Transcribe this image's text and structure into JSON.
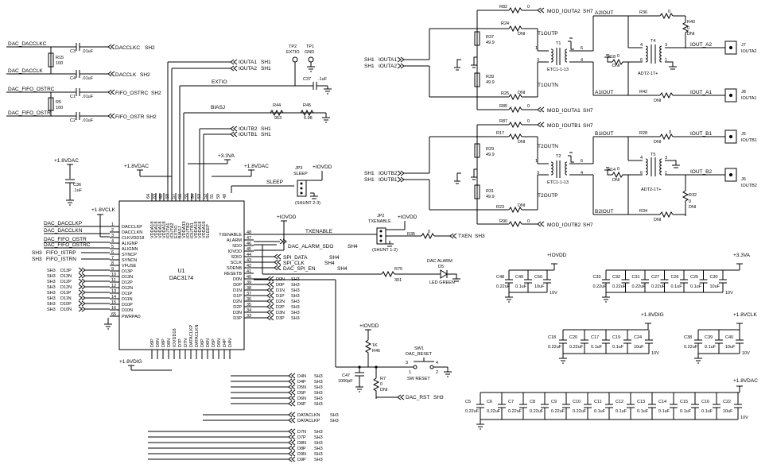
{
  "chip": {
    "ref": "U1",
    "part": "DAC3174",
    "top_pins": [
      "VDDA18",
      "VDDA18",
      "VDDA18",
      "VDDA18",
      "IOUTA1",
      "IOUTA2",
      "EXTIO",
      "BIASJ",
      "VDDA33",
      "IOUTB2",
      "IOUTB1",
      "VDDA18",
      "VDDA18",
      "VDDA18",
      "SLEEP"
    ],
    "top_pin_numbers": [
      "64",
      "63",
      "60",
      "58",
      "57",
      "56",
      "55",
      "54",
      "53",
      "52",
      "51",
      "50",
      "49"
    ],
    "left_pins": [
      {
        "num": "1",
        "name": "DACCLKP"
      },
      {
        "num": "2",
        "name": "DACCLKN"
      },
      {
        "num": "3",
        "name": "CLKVDD18"
      },
      {
        "num": "4",
        "name": "ALIGNP"
      },
      {
        "num": "5",
        "name": "ALIGNN"
      },
      {
        "num": "6",
        "name": "SYNCP"
      },
      {
        "num": "7",
        "name": "SYNCN"
      },
      {
        "num": "8",
        "name": "VFUSE"
      },
      {
        "num": "9",
        "name": "D13P"
      },
      {
        "num": "10",
        "name": "D13N"
      },
      {
        "num": "11",
        "name": "D12P"
      },
      {
        "num": "12",
        "name": "D12N"
      },
      {
        "num": "13",
        "name": "D11P"
      },
      {
        "num": "14",
        "name": "D11N"
      },
      {
        "num": "15",
        "name": "D10P"
      },
      {
        "num": "16",
        "name": "D10N"
      },
      {
        "num": "65",
        "name": "PWRPAD"
      }
    ],
    "right_pins": [
      {
        "num": "48",
        "name": "TXENABLE"
      },
      {
        "num": "47",
        "name": "ALARM"
      },
      {
        "num": "46",
        "name": "SDO"
      },
      {
        "num": "45",
        "name": "IOVDD"
      },
      {
        "num": "44",
        "name": "SDIO"
      },
      {
        "num": "43",
        "name": "SCLK"
      },
      {
        "num": "42",
        "name": "SDENB"
      },
      {
        "num": "41",
        "name": "RESETB"
      },
      {
        "num": "40",
        "name": "D0N"
      },
      {
        "num": "39",
        "name": "D0P"
      },
      {
        "num": "38",
        "name": "D1N"
      },
      {
        "num": "37",
        "name": "D1P"
      },
      {
        "num": "36",
        "name": "D2N"
      },
      {
        "num": "35",
        "name": "D2P"
      },
      {
        "num": "34",
        "name": "D3N"
      },
      {
        "num": "33",
        "name": "D3P"
      }
    ],
    "bottom_pins": [
      "D9P",
      "D9N",
      "D8P",
      "D8N",
      "IOVDD18",
      "D7P",
      "D7N",
      "DATACLKP",
      "DATACLKN",
      "D6P",
      "D6N",
      "D5P",
      "D5N",
      "D4P",
      "D4N"
    ]
  },
  "left_nets": [
    "DAC_DACCLKC",
    "DAC_DACCLK",
    "DAC_FIFO_OSTRC",
    "DAC_FIFO_OSTR"
  ],
  "left_caps": [
    {
      "ref": "C3",
      "val": ".01uF",
      "net": "DACCLKC",
      "sheet": "SH2"
    },
    {
      "ref": "C4",
      "val": ".01uF",
      "net": "DACCLK",
      "sheet": "SH2"
    },
    {
      "ref": "C1",
      "val": ".01uF",
      "net": "FIFO_OSTRC",
      "sheet": "SH2"
    },
    {
      "ref": "C2",
      "val": ".01uF",
      "net": "FIFO_OSTR",
      "sheet": "SH2"
    }
  ],
  "left_res": [
    {
      "ref": "R15",
      "val": "100"
    },
    {
      "ref": "R5",
      "val": "100"
    }
  ],
  "chip_left_nets": [
    "DAC_DACCLKP",
    "DAC_DACCLKN",
    "DAC_FIFO_OSTR",
    "DAC_FIFO_OSTRC"
  ],
  "fifo_nets": [
    {
      "sh": "SH3",
      "net": "FIFO_ISTRP"
    },
    {
      "sh": "SH3",
      "net": "FIFO_ISTRN"
    }
  ],
  "d_left": [
    "D13P",
    "D13N",
    "D12P",
    "D12N",
    "D11P",
    "D11N",
    "D10P",
    "D10N"
  ],
  "d_right": [
    "D0N",
    "D0P",
    "D1N",
    "D1P",
    "D2N",
    "D2P",
    "D3N",
    "D3P"
  ],
  "d_bottom_a": [
    "D4N",
    "D4P",
    "D5N",
    "D5P",
    "D6N",
    "D6P"
  ],
  "d_bottom_b": [
    "DATACLKN",
    "DATACLKP"
  ],
  "d_bottom_c": [
    "D7N",
    "D7P",
    "D8N",
    "D8P",
    "D9N",
    "D9P"
  ],
  "sheet_labels": {
    "sh1": "SH1",
    "sh2": "SH2",
    "sh3": "SH3",
    "sh4": "SH4",
    "sh7": "SH7"
  },
  "rails": {
    "v18dac": "+1.8VDAC",
    "v18clk": "+1.8VCLK",
    "v33a": "+3.3VA",
    "iovdd": "+IOVDD",
    "v18dig": "+1.8VDIG"
  },
  "top_nets": {
    "ioutA1": "IOUTA1",
    "ioutA2": "IOUTA2",
    "ioutB2": "IOUTB2",
    "ioutB1": "IOUTB1",
    "extio": "EXTIO",
    "biasj": "BIASJ",
    "sleep": "SLEEP"
  },
  "testpoints": [
    {
      "ref": "TP2",
      "label": "EXTIO"
    },
    {
      "ref": "TP1",
      "label": "GND"
    }
  ],
  "c37": {
    "ref": "C37",
    "val": ".1uF"
  },
  "r44": {
    "ref": "R44",
    "val": "953"
  },
  "r45": {
    "ref": "R45",
    "val": "6.98"
  },
  "c36": {
    "ref": "C36",
    "val": ".1uF"
  },
  "jp3": {
    "ref": "JP3",
    "label": "SLEEP",
    "shunt": "(SHUNT 2-3)"
  },
  "jp2": {
    "ref": "JP2",
    "label": "TXENABLE",
    "shunt": "(SHUNT 1-2)"
  },
  "txen": {
    "net": "TXENABLE",
    "r": "R35",
    "val": "0",
    "out": "TXEN",
    "sheet": "SH3"
  },
  "alarm": {
    "net": "DAC_ALARM_SDO",
    "sheet": "SH4",
    "r": "R75",
    "val": "301",
    "led_title": "DAC ALARM",
    "led_ref": "D5",
    "led_label": "LED GREEN"
  },
  "spi": [
    {
      "net": "SPI_DATA",
      "sheet": "SH4"
    },
    {
      "net": "SPI_CLK",
      "sheet": "SH4"
    },
    {
      "net": "DAC_SPI_EN",
      "sheet": "SH4"
    }
  ],
  "reset": {
    "r46": "R46",
    "r46v": "1K",
    "c47": "C47",
    "c47v": "1000pF",
    "r7": "R7",
    "r7v": "0",
    "r7d": "DNI",
    "sw": "SW1",
    "swl": "DAC_RESET",
    "swb": "SW RESET",
    "rst": "DAC_RST",
    "sheet": "SH3",
    "pins": [
      "1",
      "2",
      "3",
      "4"
    ]
  },
  "out_a": {
    "mod2": "MOD_IOUTA2",
    "mod1": "MOD_IOUTA1",
    "sh": "SH7",
    "r82": "R82",
    "r24": "R24",
    "r37": "R37",
    "r37v": "49.9",
    "r39": "R39",
    "r39v": "49.9",
    "r25": "R25",
    "r85": "R85",
    "dni": "DNI",
    "zero": "0",
    "t10outp": "T1OUTP",
    "t10outn": "T1OUTN",
    "t1": "T1",
    "etc": "ETC1-1-13",
    "a2": "A2IOUT",
    "a1": "A1IOUT",
    "r36": "R36",
    "r40": "R40",
    "r42": "R42",
    "r18": "R18",
    "t4": "T4",
    "adt": "ADT2-1T+",
    "out2": "IOUT_A2",
    "out1": "IOUT_A1",
    "j7": "J7",
    "j7l": "IOUTA2",
    "j8": "J8",
    "j8l": "IOUTA1"
  },
  "out_b": {
    "mod1": "MOD_IOUTB1",
    "mod2": "MOD_IOUTB2",
    "sh": "SH7",
    "r87": "R87",
    "r17": "R17",
    "r29": "R29",
    "r29v": "49.9",
    "r31": "R31",
    "r31v": "49.9",
    "r23": "R23",
    "r90": "R90",
    "t2outn": "T2OUTN",
    "t2outp": "T2OUTP",
    "t2": "T2",
    "etc": "ETC1-1-13",
    "b1": "B1IOUT",
    "b2": "B2IOUT",
    "r28": "R28",
    "r32": "R32",
    "r34": "R34",
    "r14": "R14",
    "t5": "T5",
    "adt": "ADT2-1T+",
    "out1": "IOUT_B1",
    "out2": "IOUT_B2",
    "j5": "J5",
    "j5l": "IOUTB1",
    "j6": "J6",
    "j6l": "IOUTB2"
  },
  "bypass": {
    "iovdd": [
      {
        "ref": "C48",
        "val": "0.22uF"
      },
      {
        "ref": "C49",
        "val": "0.1uF"
      },
      {
        "ref": "C50",
        "val": "10uF",
        "v": "10V"
      }
    ],
    "v33": [
      {
        "ref": "C33",
        "val": "0.22uF"
      },
      {
        "ref": "C32",
        "val": "0.22uF"
      },
      {
        "ref": "C31",
        "val": "0.22uF"
      },
      {
        "ref": "C27",
        "val": "0.22uF"
      },
      {
        "ref": "C26",
        "val": "0.1uF"
      },
      {
        "ref": "C25",
        "val": "0.1uF"
      },
      {
        "ref": "C30",
        "val": "10uF",
        "v": "10V"
      }
    ],
    "dig": [
      {
        "ref": "C18",
        "val": "0.22uF"
      },
      {
        "ref": "C20",
        "val": "0.22uF"
      },
      {
        "ref": "C17",
        "val": "0.1uF"
      },
      {
        "ref": "C19",
        "val": "0.1uF"
      },
      {
        "ref": "C24",
        "val": "10uF",
        "v": "10V"
      }
    ],
    "clk": [
      {
        "ref": "C38",
        "val": "0.22uF"
      },
      {
        "ref": "C39",
        "val": "0.1uF"
      },
      {
        "ref": "C40",
        "val": "10uF",
        "v": "10V"
      }
    ],
    "dac": [
      {
        "ref": "C5",
        "val": "0.22uF"
      },
      {
        "ref": "C6",
        "val": "0.22uF"
      },
      {
        "ref": "C7",
        "val": "0.22uF"
      },
      {
        "ref": "C8",
        "val": "0.22uF"
      },
      {
        "ref": "C9",
        "val": "0.22uF"
      },
      {
        "ref": "C10",
        "val": "0.22uF"
      },
      {
        "ref": "C11",
        "val": "0.1uF"
      },
      {
        "ref": "C12",
        "val": "0.1uF"
      },
      {
        "ref": "C13",
        "val": "0.1uF"
      },
      {
        "ref": "C14",
        "val": "0.1uF"
      },
      {
        "ref": "C15",
        "val": "0.1uF"
      },
      {
        "ref": "C16",
        "val": "0.1uF"
      },
      {
        "ref": "C22",
        "val": "10uF",
        "v": "10V"
      }
    ]
  }
}
